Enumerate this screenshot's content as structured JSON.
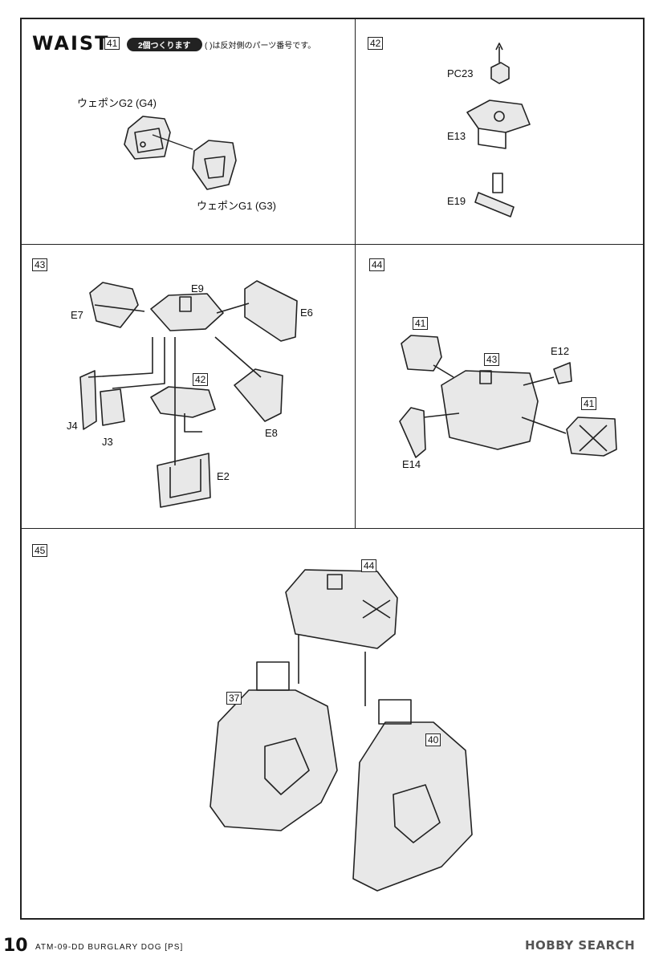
{
  "header": {
    "title": "WAIST",
    "first_step": "41",
    "pill": "2個つくります",
    "note": "(   )は反対側のパーツ番号です。"
  },
  "step41": {
    "part_a": "ウェポンG2 (G4)",
    "part_b": "ウェポンG1 (G3)"
  },
  "step42": {
    "num": "42",
    "parts": [
      "PC23",
      "E13",
      "E19"
    ]
  },
  "step43": {
    "num": "43",
    "parts": [
      "E9",
      "E7",
      "E6",
      "J4",
      "J3",
      "E8",
      "E2"
    ],
    "ref": "42"
  },
  "step44": {
    "num": "44",
    "parts": [
      "E12",
      "E14"
    ],
    "refs": [
      "41",
      "43",
      "41"
    ]
  },
  "step45": {
    "num": "45",
    "refs": [
      "44",
      "37",
      "40"
    ]
  },
  "footer": {
    "page": "10",
    "model": "ATM-09-DD BURGLARY DOG [PS]",
    "logo": "HOBBY SEARCH"
  }
}
